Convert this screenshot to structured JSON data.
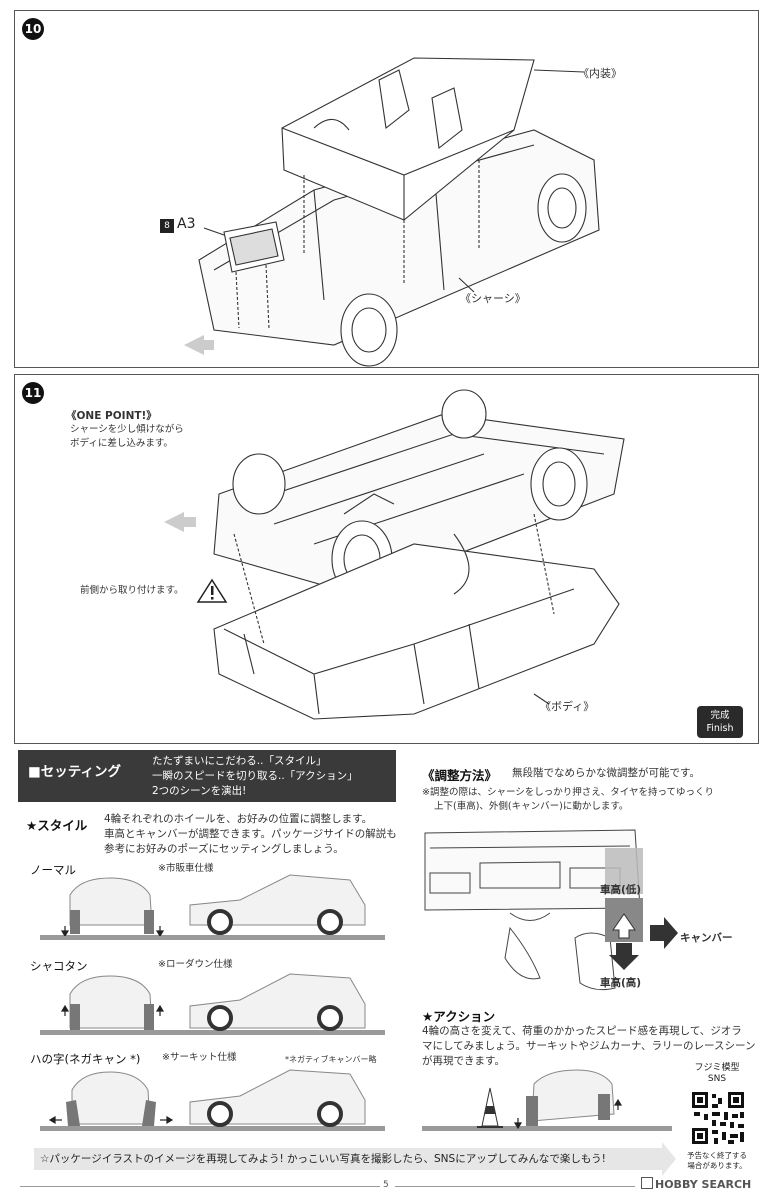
{
  "step10": {
    "number": "10",
    "label_interior": "《内装》",
    "label_chassis": "《シャーシ》",
    "part_sprue": "8",
    "part_code": "A3"
  },
  "step11": {
    "number": "11",
    "one_point_title": "《ONE POINT!》",
    "one_point_line1": "シャーシを少し傾けながら",
    "one_point_line2": "ボディに差し込みます。",
    "front_note": "前側から取り付けます。",
    "label_body": "《ボディ》",
    "finish_jp": "完成",
    "finish_en": "Finish"
  },
  "setting": {
    "title": "■セッティング",
    "intro_line1": "たたずまいにこだわる..「スタイル」",
    "intro_line2": "一瞬のスピードを切り取る..「アクション」",
    "intro_line3": "2つのシーンを演出!",
    "style_title": "★スタイル",
    "style_desc_line1": "4輪それぞれのホイールを、お好みの位置に調整します。",
    "style_desc_line2": "車高とキャンバーが調整できます。パッケージサイドの解説も",
    "style_desc_line3": "参考にお好みのポーズにセッティングしましょう。",
    "normal_title": "ノーマル",
    "normal_note": "※市販車仕様",
    "shakotan_title": "シャコタン",
    "shakotan_note": "※ローダウン仕様",
    "hanoji_title": "ハの字(ネガキャン *)",
    "hanoji_note": "※サーキット仕様",
    "hanoji_footnote": "*ネガティブキャンバー略"
  },
  "adjust": {
    "title": "《調整方法》",
    "subtitle": "無段階でなめらかな微調整が可能です。",
    "note_line1": "※調整の際は、シャーシをしっかり押さえ、タイヤを持ってゆっくり",
    "note_line2": "上下(車高)、外側(キャンバー)に動かします。",
    "low_label": "車高(低)",
    "high_label": "車高(高)",
    "camber_label": "キャンバー"
  },
  "action": {
    "title": "★アクション",
    "desc_line1": "4輪の高さを変えて、荷重のかかったスピード感を再現して、ジオラ",
    "desc_line2": "マにしてみましょう。サーキットやジムカーナ、ラリーのレースシーン",
    "desc_line3": "が再現できます。"
  },
  "sns": {
    "title_line1": "フジミ模型",
    "title_line2": "SNS",
    "note_line1": "予告なく終了する",
    "note_line2": "場合があります。"
  },
  "bottom_banner": "☆パッケージイラストのイメージを再現してみよう! かっこいい写真を撮影したら、SNSにアップしてみんなで楽しもう!",
  "page_number": "5",
  "watermark": "HOBBY SEARCH"
}
